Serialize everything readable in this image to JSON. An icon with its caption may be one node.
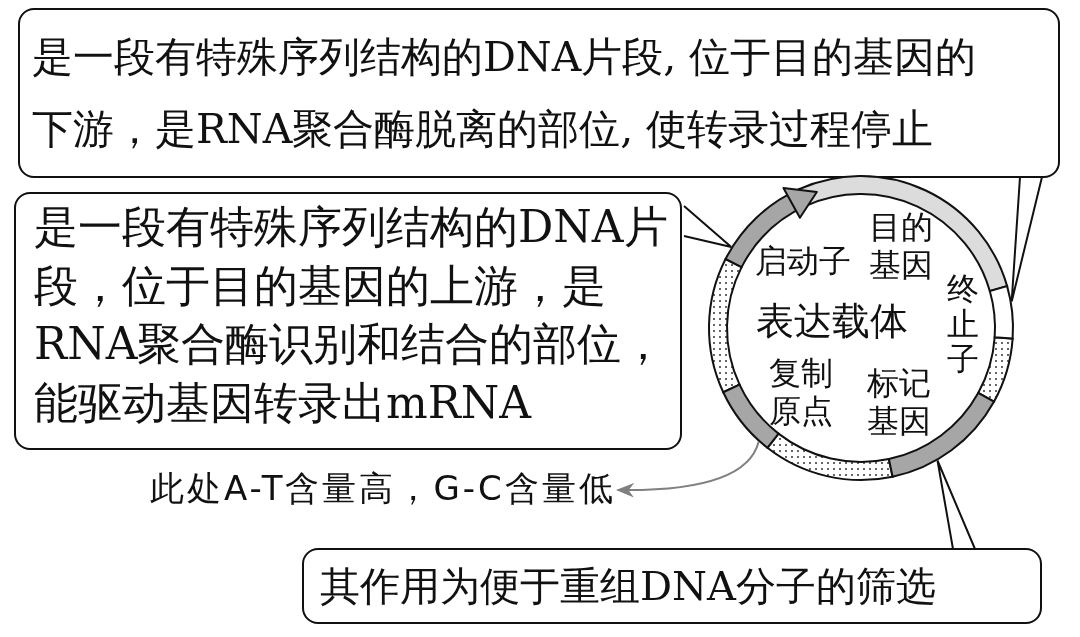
{
  "diagram": {
    "nodes": [
      {
        "text": [
          "是一段有特殊序列结构的DNA片段, 位于目的基因的下游，是RNA聚合酶脱离的部位, 使转录过程停止"
        ]
      },
      {
        "text": [
          "是一段有特殊序列结构的DNA片段，位于目的基因的上游，是RNA聚合酶识别和结合的部位，能驱动基因转录出mRNA"
        ]
      },
      {
        "text": [
          "表达载体"
        ]
      },
      {
        "text": [
          "启动子"
        ],
        "in": 2
      },
      {
        "text": [
          "目的基因"
        ],
        "in": 2
      },
      {
        "text": [
          "终止子"
        ],
        "in": 2
      },
      {
        "text": [
          "复制原点"
        ],
        "in": 2
      },
      {
        "text": [
          "标记基因"
        ],
        "in": 2
      },
      {
        "text": [
          "此处A-T含量高，G-C含量低"
        ]
      },
      {
        "text": [
          "其作用为便于重组DNA分子的筛选"
        ]
      },
      {
        "text": [],
        "shape": "arc",
        "in": 2
      },
      {
        "text": [],
        "shape": "arc",
        "in": 2
      },
      {
        "text": [],
        "shape": "arc",
        "in": 2
      },
      {
        "text": [],
        "shape": "arc",
        "in": 2
      }
    ],
    "edges": [
      {
        "from": 0,
        "to": 11,
        "arrow": "none"
      },
      {
        "from": 1,
        "to": 10,
        "arrow": "none"
      },
      {
        "from": 13,
        "to": 8,
        "arrow": "to",
        "color": "#808080"
      },
      {
        "from": 9,
        "to": 12,
        "arrow": "none"
      }
    ]
  }
}
